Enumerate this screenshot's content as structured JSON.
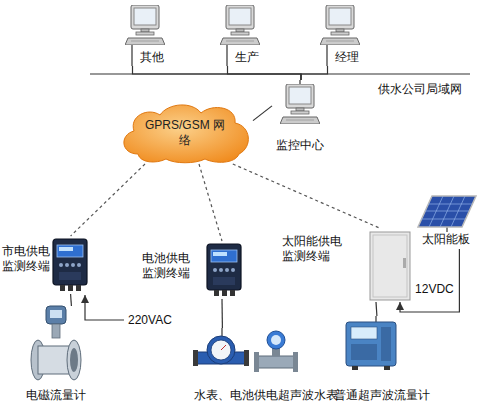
{
  "diagram": {
    "nodes": [
      {
        "text": [
          "其他"
        ]
      },
      {
        "text": [
          "生产"
        ]
      },
      {
        "text": [
          "经理"
        ]
      },
      {
        "text": [
          "监控中心"
        ]
      },
      {
        "text": [
          "GPRS/GSM 网络"
        ]
      },
      {
        "text": [
          "市电供电 监测终端"
        ]
      },
      {
        "text": [
          "电池供电 监测终端"
        ]
      },
      {
        "text": [
          "太阳能供电 监测终端"
        ]
      },
      {
        "text": [
          "太阳能板"
        ]
      },
      {
        "text": [
          "电磁流量计"
        ]
      },
      {
        "text": [
          "水表、电池供电超声波水表"
        ]
      },
      {
        "text": [
          "普通超声波流量计"
        ]
      }
    ],
    "edges": [
      {
        "from": 3,
        "to": 0,
        "arrow": "none"
      },
      {
        "from": 3,
        "to": 1,
        "arrow": "none"
      },
      {
        "from": 3,
        "to": 2,
        "arrow": "none"
      },
      {
        "from": 4,
        "to": 3,
        "arrow": "none"
      },
      {
        "from": 4,
        "to": 5,
        "arrow": "none"
      },
      {
        "from": 4,
        "to": 6,
        "arrow": "none"
      },
      {
        "from": 4,
        "to": 7,
        "arrow": "none"
      },
      {
        "from": 5,
        "to": 9,
        "arrow": "none"
      },
      {
        "from": 6,
        "to": 10,
        "arrow": "none"
      },
      {
        "from": 7,
        "to": 11,
        "arrow": "none"
      },
      {
        "from": 8,
        "to": 7,
        "arrow": "to",
        "label": "12VDC"
      }
    ],
    "labels": [
      "供水公司局域网",
      "220VAC"
    ]
  }
}
